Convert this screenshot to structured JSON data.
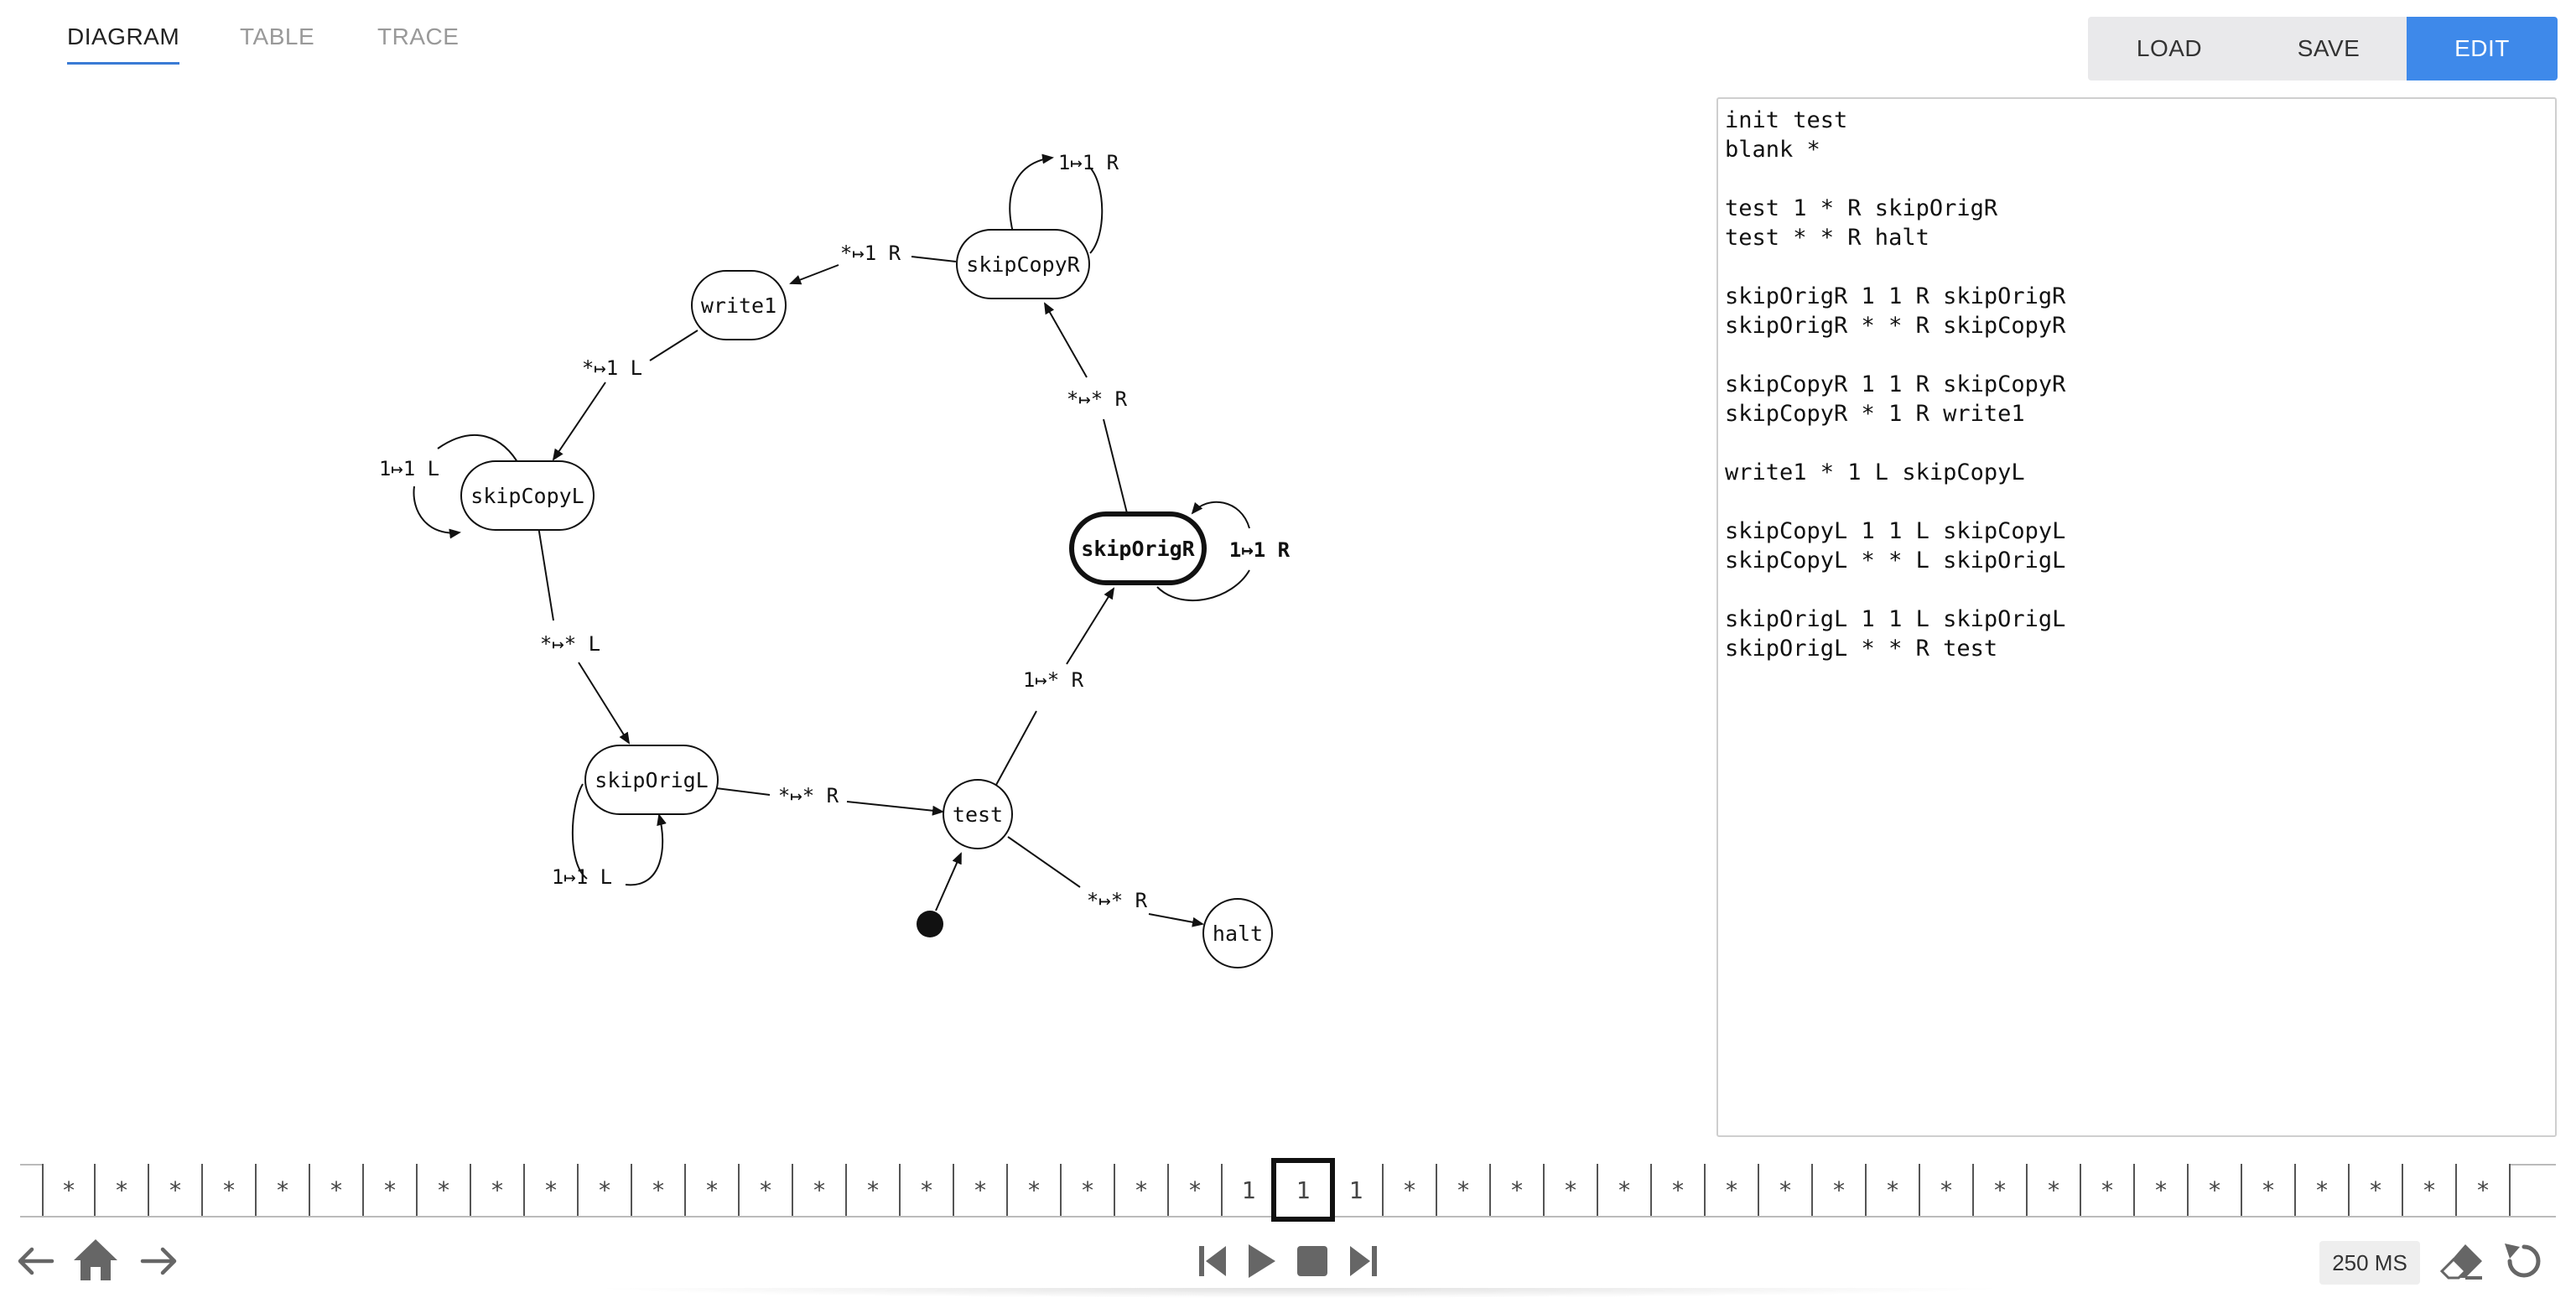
{
  "tabs": [
    {
      "label": "DIAGRAM",
      "active": true
    },
    {
      "label": "TABLE",
      "active": false
    },
    {
      "label": "TRACE",
      "active": false
    }
  ],
  "toolbar": {
    "load": "LOAD",
    "save": "SAVE",
    "edit": "EDIT"
  },
  "editor": {
    "lines": [
      "init test",
      "blank *",
      "",
      "test 1 * R skipOrigR",
      "test * * R halt",
      "",
      "skipOrigR 1 1 R skipOrigR",
      "skipOrigR * * R skipCopyR",
      "",
      "skipCopyR 1 1 R skipCopyR",
      "skipCopyR * 1 R write1",
      "",
      "write1 * 1 L skipCopyL",
      "",
      "skipCopyL 1 1 L skipCopyL",
      "skipCopyL * * L skipOrigL",
      "",
      "skipOrigL 1 1 L skipOrigL",
      "skipOrigL * * R test"
    ]
  },
  "diagram": {
    "states": {
      "skipCopyR": "skipCopyR",
      "write1": "write1",
      "skipCopyL": "skipCopyL",
      "skipOrigR": "skipOrigR",
      "skipOrigL": "skipOrigL",
      "test": "test",
      "halt": "halt"
    },
    "edges": {
      "skipCopyR_loop": "1↦1 R",
      "skipCopyR_write1": "*↦1 R",
      "write1_skipCopyL": "*↦1 L",
      "skipCopyL_loop": "1↦1 L",
      "skipCopyL_skipOrigL": "*↦* L",
      "skipOrigR_skipCopyR": "*↦* R",
      "skipOrigR_loop": "1↦1 R",
      "test_skipOrigR": "1↦* R",
      "skipOrigL_test": "*↦* R",
      "skipOrigL_loop": "1↦1 L",
      "test_halt": "*↦* R"
    },
    "current_state": "skipOrigR"
  },
  "tape": {
    "cells": [
      "*",
      "*",
      "*",
      "*",
      "*",
      "*",
      "*",
      "*",
      "*",
      "*",
      "*",
      "*",
      "*",
      "*",
      "*",
      "*",
      "*",
      "*",
      "*",
      "*",
      "*",
      "*",
      "1",
      "1",
      "1",
      "*",
      "*",
      "*",
      "*",
      "*",
      "*",
      "*",
      "*",
      "*",
      "*",
      "*",
      "*",
      "*",
      "*",
      "*",
      "*",
      "*",
      "*",
      "*",
      "*",
      "*"
    ],
    "head_index": 23
  },
  "speed": {
    "label": "250 MS"
  },
  "icons": {
    "back": "arrow-left-icon",
    "home": "home-icon",
    "forward": "arrow-right-icon",
    "step_back": "skip-back-icon",
    "play": "play-icon",
    "stop": "stop-icon",
    "step_forward": "skip-forward-icon",
    "eraser": "eraser-icon",
    "reset": "reset-icon"
  }
}
